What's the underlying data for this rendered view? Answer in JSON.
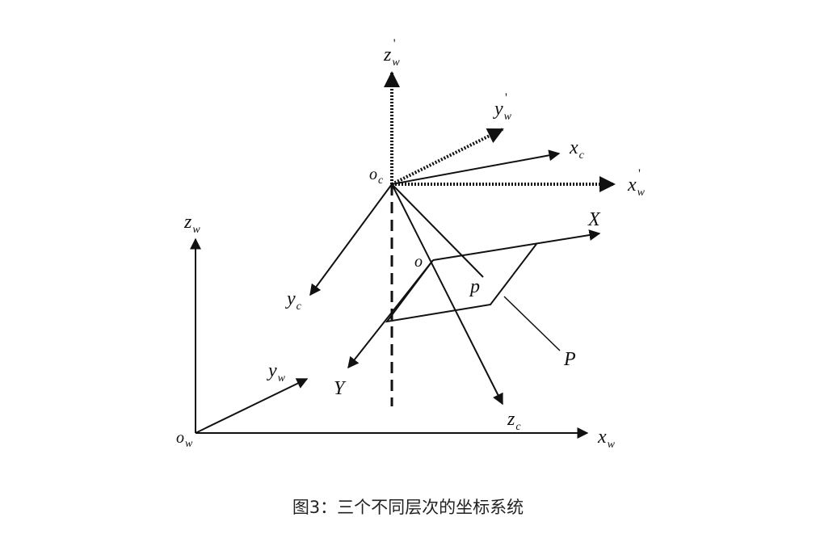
{
  "labels": {
    "z_w_prime": {
      "base": "z",
      "sub": "w",
      "prime": "'"
    },
    "y_w_prime": {
      "base": "y",
      "sub": "w",
      "prime": "'"
    },
    "x_c": {
      "base": "x",
      "sub": "c"
    },
    "x_w_prime": {
      "base": "x",
      "sub": "w",
      "prime": "'"
    },
    "o_c": {
      "base": "o",
      "sub": "c"
    },
    "X": {
      "base": "X"
    },
    "o": {
      "base": "o"
    },
    "p": {
      "base": "p"
    },
    "y_c": {
      "base": "y",
      "sub": "c"
    },
    "P": {
      "base": "P"
    },
    "z_w": {
      "base": "z",
      "sub": "w"
    },
    "y_w": {
      "base": "y",
      "sub": "w"
    },
    "Y": {
      "base": "Y"
    },
    "z_c": {
      "base": "z",
      "sub": "c"
    },
    "o_w": {
      "base": "o",
      "sub": "w"
    },
    "x_w": {
      "base": "x",
      "sub": "w"
    }
  },
  "caption": "图3：三个不同层次的坐标系统"
}
